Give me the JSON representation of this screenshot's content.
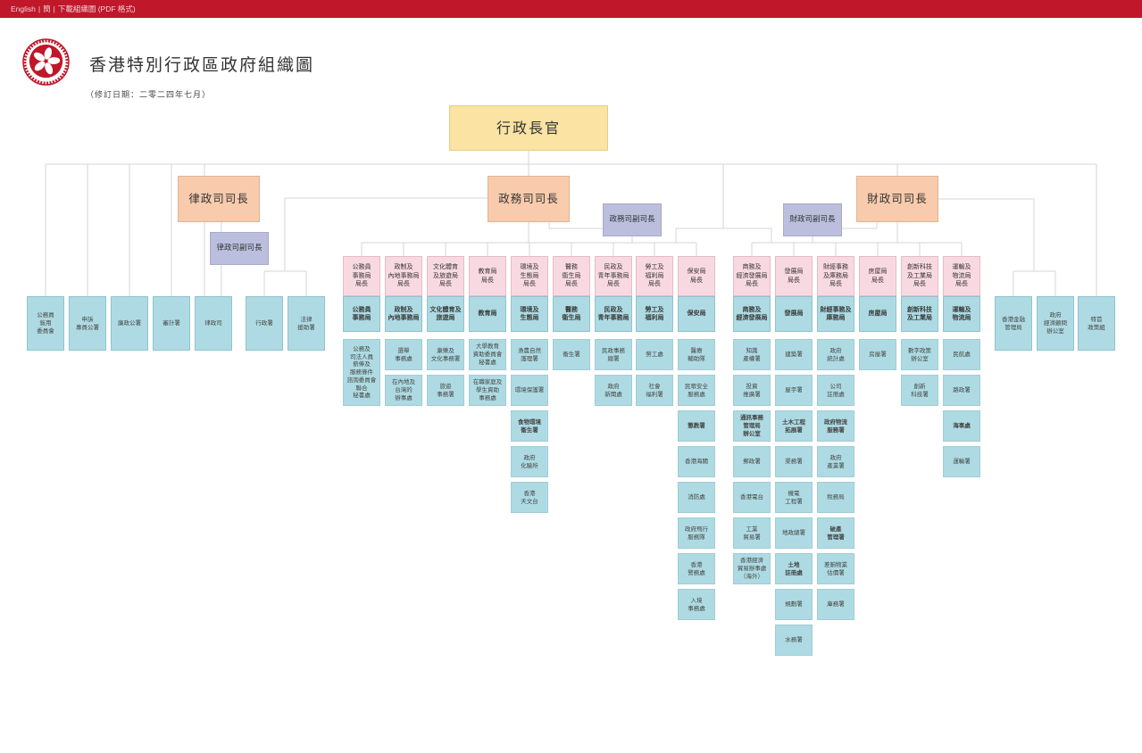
{
  "topbar": {
    "english": "English",
    "simplified": "簡",
    "download": "下載組織圖 (PDF 格式)"
  },
  "header": {
    "title": "香港特別行政區政府組織圖",
    "revised": "（修訂日期：二零二四年七月）",
    "emblem_text": "HONG KONG"
  },
  "colors": {
    "topbar": "#c0172a",
    "chief_executive": "#fae3a3",
    "secretary": "#f8cbad",
    "deputy": "#bbbfdd",
    "bureau_head": "#f9d9e1",
    "bureau": "#aedbe3"
  },
  "chief_executive": "行政長官",
  "secretaries": {
    "sj": "律政司司長",
    "dsj": "律政司副司長",
    "cs": "政務司司長",
    "dcs": "政務司副司長",
    "fs": "財政司司長",
    "dfs": "財政司副司長"
  },
  "left_offices": [
    "公務員\n敍用\n委員會",
    "申訴\n專員公署",
    "廉政公署",
    "審計署",
    "律政司",
    "行政署",
    "法律\n援助署"
  ],
  "right_offices": [
    "香港金融\n管理局",
    "政府\n經濟顧問\n辦公室",
    "特首\n政策組"
  ],
  "cs_bureaus": [
    {
      "head": "公務員\n事務局\n局長",
      "bureau": "公務員\n事務局",
      "depts": [
        "公務及\n司法人員\n薪俸及\n服務條件\n諮詢委員會\n聯合\n秘書處"
      ]
    },
    {
      "head": "政制及\n內地事務局\n局長",
      "bureau": "政制及\n內地事務局",
      "depts": [
        "選舉\n事務處",
        "在內地及\n台灣的\n辦事處"
      ]
    },
    {
      "head": "文化體育\n及旅遊局\n局長",
      "bureau": "文化體育及\n旅遊局",
      "depts": [
        "康樂及\n文化事務署",
        "旅遊\n事務署"
      ]
    },
    {
      "head": "教育局\n局長",
      "bureau": "教育局",
      "depts": [
        "大學教育\n資助委員會\n秘書處",
        "在職家庭及\n學生資助\n事務處"
      ]
    },
    {
      "head": "環境及\n生態局\n局長",
      "bureau": "環境及\n生態局",
      "depts": [
        "漁農自然\n護理署",
        "環境保護署",
        "食物環境\n衞生署",
        "政府\n化驗所",
        "香港\n天文台"
      ]
    },
    {
      "head": "醫務\n衞生局\n局長",
      "bureau": "醫務\n衞生局",
      "depts": [
        "衞生署"
      ]
    },
    {
      "head": "民政及\n青年事務局\n局長",
      "bureau": "民政及\n青年事務局",
      "depts": [
        "民政事務\n總署",
        "政府\n新聞處"
      ]
    },
    {
      "head": "勞工及\n福利局\n局長",
      "bureau": "勞工及\n福利局",
      "depts": [
        "勞工處",
        "社會\n福利署"
      ]
    },
    {
      "head": "保安局\n局長",
      "bureau": "保安局",
      "depts": [
        "醫療\n輔助隊",
        "民眾安全\n服務處",
        "懲教署",
        "香港海關",
        "消防處",
        "政府飛行\n服務隊",
        "香港\n警務處",
        "入境\n事務處"
      ]
    }
  ],
  "fs_bureaus": [
    {
      "head": "商務及\n經濟發展局\n局長",
      "bureau": "商務及\n經濟發展局",
      "depts": [
        "知識\n產權署",
        "投資\n推廣署",
        "通訊事務\n管理局\n辦公室",
        "郵政署",
        "香港電台",
        "工業\n貿易署",
        "香港經濟\n貿易辦事處\n（海外）"
      ]
    },
    {
      "head": "發展局\n局長",
      "bureau": "發展局",
      "depts": [
        "建築署",
        "屋宇署",
        "土木工程\n拓展署",
        "渠務署",
        "機電\n工程署",
        "地政總署",
        "土地\n註冊處",
        "規劃署",
        "水務署"
      ]
    },
    {
      "head": "財經事務\n及庫務局\n局長",
      "bureau": "財經事務及\n庫務局",
      "depts": [
        "政府\n統計處",
        "公司\n註冊處",
        "政府物流\n服務署",
        "政府\n產業署",
        "稅務局",
        "破產\n管理署",
        "差餉物業\n估價署",
        "庫務署"
      ]
    },
    {
      "head": "房屋局\n局長",
      "bureau": "房屋局",
      "depts": [
        "房屋署"
      ]
    },
    {
      "head": "創新科技\n及工業局\n局長",
      "bureau": "創新科技\n及工業局",
      "depts": [
        "數字政策\n辦公室",
        "創新\n科技署"
      ]
    },
    {
      "head": "運輸及\n物流局\n局長",
      "bureau": "運輸及\n物流局",
      "depts": [
        "民航處",
        "路政署",
        "海事處",
        "運輸署"
      ]
    }
  ]
}
